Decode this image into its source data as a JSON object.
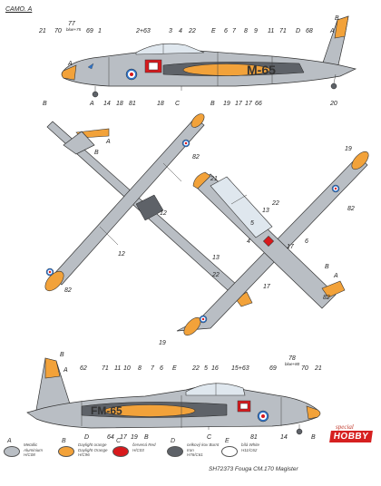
{
  "header": {
    "camo": "CAMO. A"
  },
  "aircraft_codes": {
    "top": "M-65",
    "bottom": "FM-65"
  },
  "colors": {
    "aluminium": "#b9bec4",
    "orange": "#f2a23a",
    "red": "#d8191c",
    "gunmetal": "#5e6268",
    "white": "#ffffff",
    "roundel_blue": "#2e72c7",
    "outline": "#333333"
  },
  "labels": {
    "top_side": {
      "l77": "77",
      "l77b": "blue+75",
      "l69": "69",
      "l1": "1",
      "l2_63": "2+63",
      "l3": "3",
      "l4": "4",
      "l22": "22",
      "lE": "E",
      "l6": "6",
      "l7": "7",
      "l8": "8",
      "l9": "9",
      "l11": "11",
      "l71": "71",
      "lD": "D",
      "l68": "68",
      "lB_tail": "B",
      "lA_tail": "A",
      "l21": "21",
      "l70": "70",
      "lA_nose": "A",
      "lB": "B",
      "lA": "A",
      "l14": "14",
      "l18": "18",
      "l81": "81",
      "l18b": "18",
      "lC": "C",
      "lB2": "B",
      "l19": "19",
      "l17": "17",
      "l17b": "17",
      "l66": "66",
      "l20": "20"
    },
    "plan_left": {
      "A": "A",
      "B": "B",
      "n82a": "82",
      "n12a": "12",
      "n12b": "12",
      "n82b": "82"
    },
    "plan_right": {
      "n19a": "19",
      "n82a": "82",
      "n21": "21",
      "n22a": "22",
      "n13a": "13",
      "n5": "5",
      "n17a": "17",
      "n4": "4",
      "n6": "6",
      "n13b": "13",
      "n22b": "22",
      "n17b": "17",
      "B": "B",
      "A": "A",
      "n82b": "82",
      "n19b": "19"
    },
    "bottom_side": {
      "B": "B",
      "A": "A",
      "l62": "62",
      "l71": "71",
      "l11": "11",
      "l10": "10",
      "l8": "8",
      "l7": "7",
      "l6": "6",
      "lE": "E",
      "l22": "22",
      "l5": "5",
      "l16": "16",
      "l15_63": "15+63",
      "l69": "69",
      "l78": "78",
      "l78b": "blue+80",
      "l70": "70",
      "l21": "21",
      "lD": "D",
      "l64": "64",
      "l17": "17",
      "l19": "19",
      "lB2": "B",
      "lC": "C",
      "l81": "81",
      "l14": "14",
      "lB3": "B"
    }
  },
  "legend": [
    {
      "key": "A",
      "name": "Metallic Aluminium",
      "code": "H/C08",
      "color": "#b9bec4"
    },
    {
      "key": "B",
      "name": "Daylight orange Daylight Orange",
      "code": "H/C96",
      "color": "#f2a23a"
    },
    {
      "key": "C",
      "name": "červená Red",
      "code": "H/C03",
      "color": "#d8191c"
    },
    {
      "key": "D",
      "name": "celkový kov Burnt Iron",
      "code": "H76/C61",
      "color": "#5e6268"
    },
    {
      "key": "E",
      "name": "bílá White",
      "code": "H11/C62",
      "color": "#ffffff"
    }
  ],
  "brand": {
    "line1": "special",
    "line2": "HOBBY"
  },
  "footer": {
    "caption": "SH72373 Fouga CM.170 Magister"
  }
}
